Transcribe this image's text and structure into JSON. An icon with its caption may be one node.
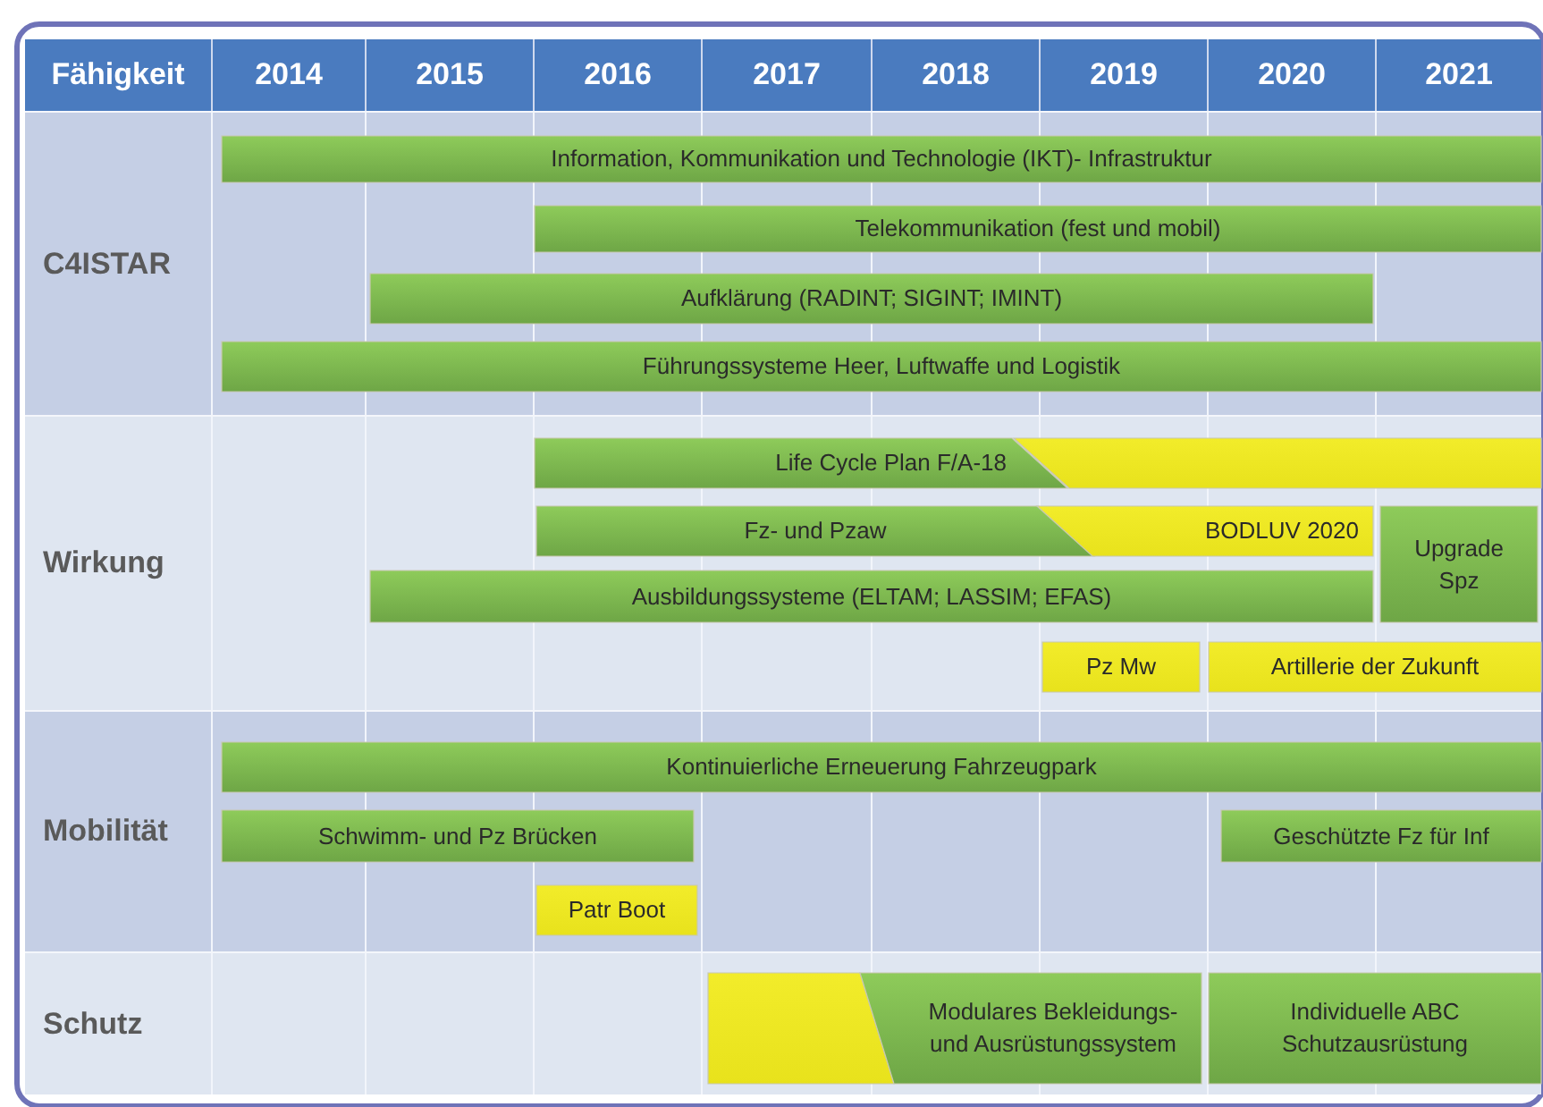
{
  "diagram": {
    "nodes": [
      {
        "text": [
          "C4ISTAR"
        ]
      },
      {
        "text": [
          "Information, Kommunikation und Technologie (IKT)- Infrastruktur"
        ],
        "in": 0
      },
      {
        "text": [
          "Telekommunikation (fest und mobil)"
        ],
        "in": 0
      },
      {
        "text": [
          "Aufklärung (RADINT; SIGINT; IMINT)"
        ],
        "in": 0
      },
      {
        "text": [
          "Führungssysteme Heer, Luftwaffe und Logistik"
        ],
        "in": 0
      },
      {
        "text": [
          "Wirkung"
        ]
      },
      {
        "text": [
          "Life Cycle Plan F/A-18"
        ],
        "in": 5
      },
      {
        "text": [],
        "shape": "bar",
        "in": 5
      },
      {
        "text": [
          "Fz- und Pzaw"
        ],
        "in": 5
      },
      {
        "text": [
          "BODLUV 2020"
        ],
        "in": 5
      },
      {
        "text": [
          "Ausbildungssysteme (ELTAM; LASSIM; EFAS)"
        ],
        "in": 5
      },
      {
        "text": [
          "Upgrade Spz"
        ],
        "in": 5
      },
      {
        "text": [
          "Pz Mw"
        ],
        "in": 5
      },
      {
        "text": [
          "Artillerie der Zukunft"
        ],
        "in": 5
      },
      {
        "text": [
          "Mobilität"
        ]
      },
      {
        "text": [
          "Kontinuierliche Erneuerung Fahrzeugpark"
        ],
        "in": 14
      },
      {
        "text": [
          "Schwimm- und Pz Brücken"
        ],
        "in": 14
      },
      {
        "text": [
          "Geschützte Fz für Inf"
        ],
        "in": 14
      },
      {
        "text": [
          "Patr Boot"
        ],
        "in": 14
      },
      {
        "text": [
          "Schutz"
        ]
      },
      {
        "text": [],
        "shape": "bar",
        "in": 19
      },
      {
        "text": [
          "Modulares Bekleidungs- und Ausrüstungssystem"
        ],
        "in": 19
      },
      {
        "text": [
          "Individuelle ABC Schutzausrüstung"
        ],
        "in": 19
      }
    ],
    "edges": [],
    "labels": [
      "Fähigkeit",
      "2014",
      "2015",
      "2016",
      "2017",
      "2018",
      "2019",
      "2020",
      "2021"
    ]
  }
}
